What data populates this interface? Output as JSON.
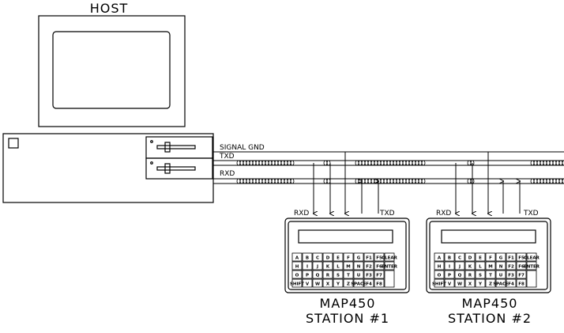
{
  "host": {
    "label": "HOST"
  },
  "lines": {
    "signal_gnd": "SIGNAL GND",
    "txd": "TXD",
    "rxd": "RXD"
  },
  "stations": [
    {
      "model": "MAP450",
      "name": "STATION  #1",
      "rxd_label": "RXD",
      "txd_label": "TXD",
      "keys": [
        [
          "A",
          "B",
          "C",
          "D",
          "E",
          "F",
          "G",
          "F1",
          "F5",
          "CLEAR"
        ],
        [
          "H",
          "I",
          "J",
          "K",
          "L",
          "M",
          "N",
          "F2",
          "F6",
          "ENTER"
        ],
        [
          "O",
          "P",
          "Q",
          "R",
          "S",
          "T",
          "U",
          "F3",
          "F7",
          ""
        ],
        [
          "SHIFT",
          "V",
          "W",
          "X",
          "Y",
          "Z",
          "SPACE",
          "F4",
          "F8",
          ""
        ]
      ]
    },
    {
      "model": "MAP450",
      "name": "STATION  #2",
      "rxd_label": "RXD",
      "txd_label": "TXD",
      "keys": [
        [
          "A",
          "B",
          "C",
          "D",
          "E",
          "F",
          "G",
          "F1",
          "F5",
          "CLEAR"
        ],
        [
          "H",
          "I",
          "J",
          "K",
          "L",
          "M",
          "N",
          "F2",
          "F6",
          "ENTER"
        ],
        [
          "O",
          "P",
          "Q",
          "R",
          "S",
          "T",
          "U",
          "F3",
          "F7",
          ""
        ],
        [
          "SHIFT",
          "V",
          "W",
          "X",
          "Y",
          "Z",
          "SPACE",
          "F4",
          "F8",
          ""
        ]
      ]
    }
  ],
  "colors": {
    "stroke": "#000000",
    "background": "#ffffff"
  }
}
